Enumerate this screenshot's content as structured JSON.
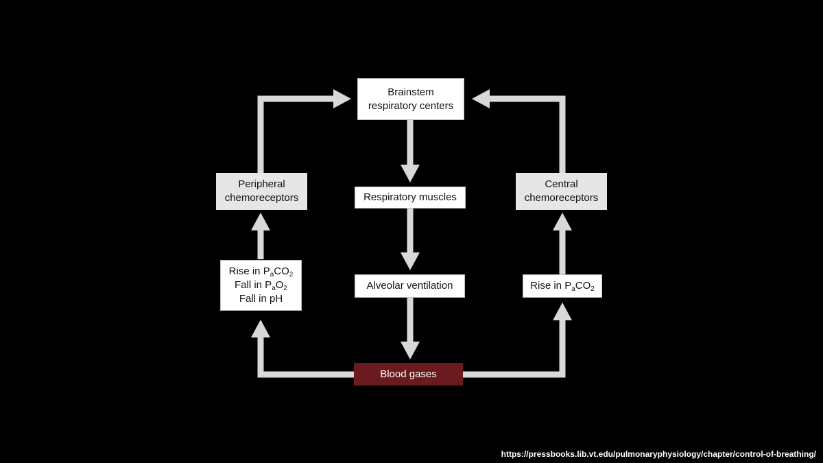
{
  "diagram": {
    "nodes": {
      "brainstem": {
        "lines": [
          "Brainstem",
          "respiratory centers"
        ]
      },
      "respiratory_muscles": {
        "label": "Respiratory muscles"
      },
      "alveolar_ventilation": {
        "label": "Alveolar ventilation"
      },
      "blood_gases": {
        "label": "Blood gases"
      },
      "peripheral": {
        "lines": [
          "Peripheral",
          "chemoreceptors"
        ]
      },
      "central": {
        "lines": [
          "Central",
          "chemoreceptors"
        ]
      },
      "peripheral_stimuli": {
        "rise_paco2": {
          "pre": "Rise in P",
          "sub1": "a",
          "mid": "CO",
          "sub2": "2"
        },
        "fall_pao2": {
          "pre": "Fall in P",
          "sub1": "a",
          "mid": "O",
          "sub2": "2"
        },
        "fall_ph": "Fall in pH"
      },
      "central_stimulus": {
        "pre": "Rise in P",
        "sub1": "a",
        "mid": "CO",
        "sub2": "2"
      }
    },
    "edges": [
      {
        "from": "brainstem",
        "to": "respiratory_muscles"
      },
      {
        "from": "respiratory_muscles",
        "to": "alveolar_ventilation"
      },
      {
        "from": "alveolar_ventilation",
        "to": "blood_gases"
      },
      {
        "from": "blood_gases",
        "to": "peripheral_stimuli"
      },
      {
        "from": "peripheral_stimuli",
        "to": "peripheral"
      },
      {
        "from": "peripheral",
        "to": "brainstem"
      },
      {
        "from": "blood_gases",
        "to": "central_stimulus"
      },
      {
        "from": "central_stimulus",
        "to": "central"
      },
      {
        "from": "central",
        "to": "brainstem"
      }
    ],
    "colors": {
      "background": "#000000",
      "arrow": "#d9d9d9",
      "box_white": "#ffffff",
      "box_grey": "#e6e6e6",
      "blood_gases_box": "#6b1a1f"
    }
  },
  "source_url": "https://pressbooks.lib.vt.edu/pulmonaryphysiology/chapter/control-of-breathing/"
}
